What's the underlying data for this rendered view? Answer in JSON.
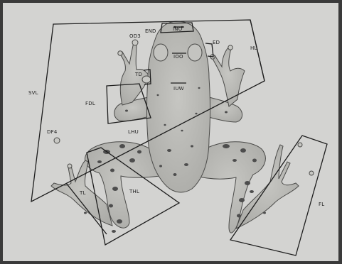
{
  "figure": {
    "labels": {
      "end": "END",
      "ino": "INO",
      "od3": "OD3",
      "ed": "ED",
      "hl": "HL",
      "io": "IOO",
      "td": "TD",
      "iuw": "IUW",
      "svl": "SVL",
      "fdl": "FDL",
      "lhu": "LHU",
      "df4": "DF4",
      "tl": "TL",
      "thl": "THL",
      "fl": "FL"
    },
    "colors": {
      "paper": "#d3d3d1",
      "frog_skin": "#b9b9b5",
      "spots": "#4d4d4d",
      "ink": "#1d1d1d",
      "border": "#3a3a3a"
    }
  }
}
